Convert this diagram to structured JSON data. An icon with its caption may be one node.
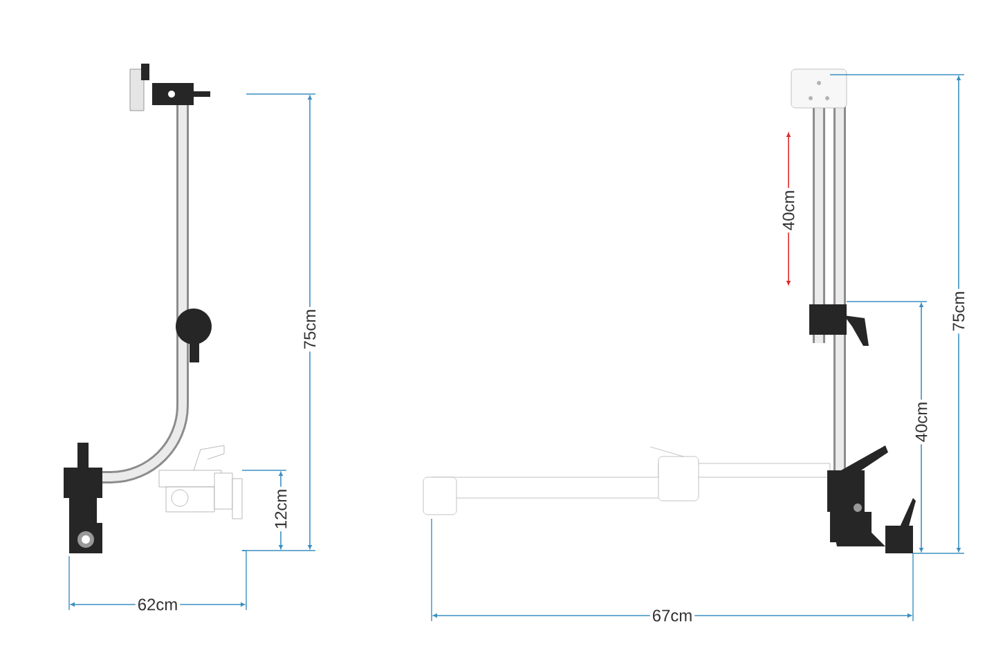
{
  "diagram": {
    "labels": [
      "75cm",
      "12cm",
      "62cm",
      "40cm",
      "75cm",
      "40cm",
      "67cm"
    ]
  }
}
